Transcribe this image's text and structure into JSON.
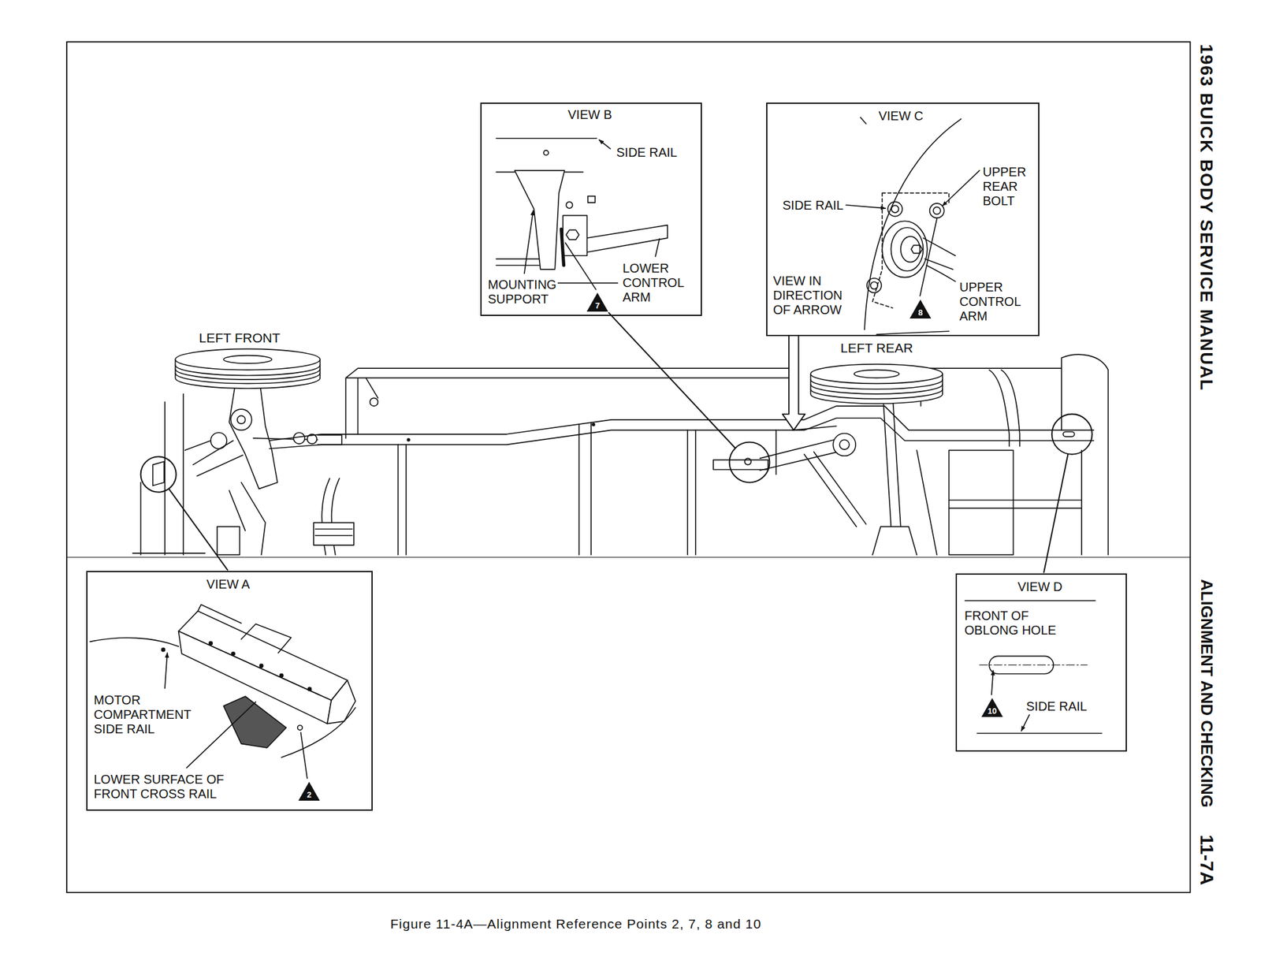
{
  "diagram": {
    "title": "1963 BUICK BODY SERVICE MANUAL",
    "caption": "Figure 11-4A—Alignment Reference Points 2, 7, 8 and 10",
    "nodes": [
      {
        "text": [
          "VIEW B",
          "SIDE RAIL",
          "MOUNTING SUPPORT",
          "LOWER CONTROL ARM"
        ]
      },
      {
        "text": [
          "7"
        ],
        "in": 0
      },
      {
        "text": [
          "VIEW C",
          "SIDE RAIL",
          "UPPER REAR BOLT",
          "VIEW IN DIRECTION OF ARROW",
          "UPPER CONTROL ARM"
        ]
      },
      {
        "text": [
          "8"
        ],
        "in": 2
      },
      {
        "text": [
          "VIEW A",
          "MOTOR COMPARTMENT SIDE RAIL",
          "LOWER SURFACE OF FRONT CROSS RAIL"
        ]
      },
      {
        "text": [
          "2"
        ],
        "in": 4
      },
      {
        "text": [
          "VIEW D",
          "FRONT OF OBLONG HOLE",
          "SIDE RAIL"
        ]
      },
      {
        "text": [
          "10"
        ],
        "in": 6
      }
    ],
    "labels": [
      "LEFT FRONT",
      "LEFT REAR",
      "ALIGNMENT AND CHECKING",
      "11-7A"
    ]
  }
}
